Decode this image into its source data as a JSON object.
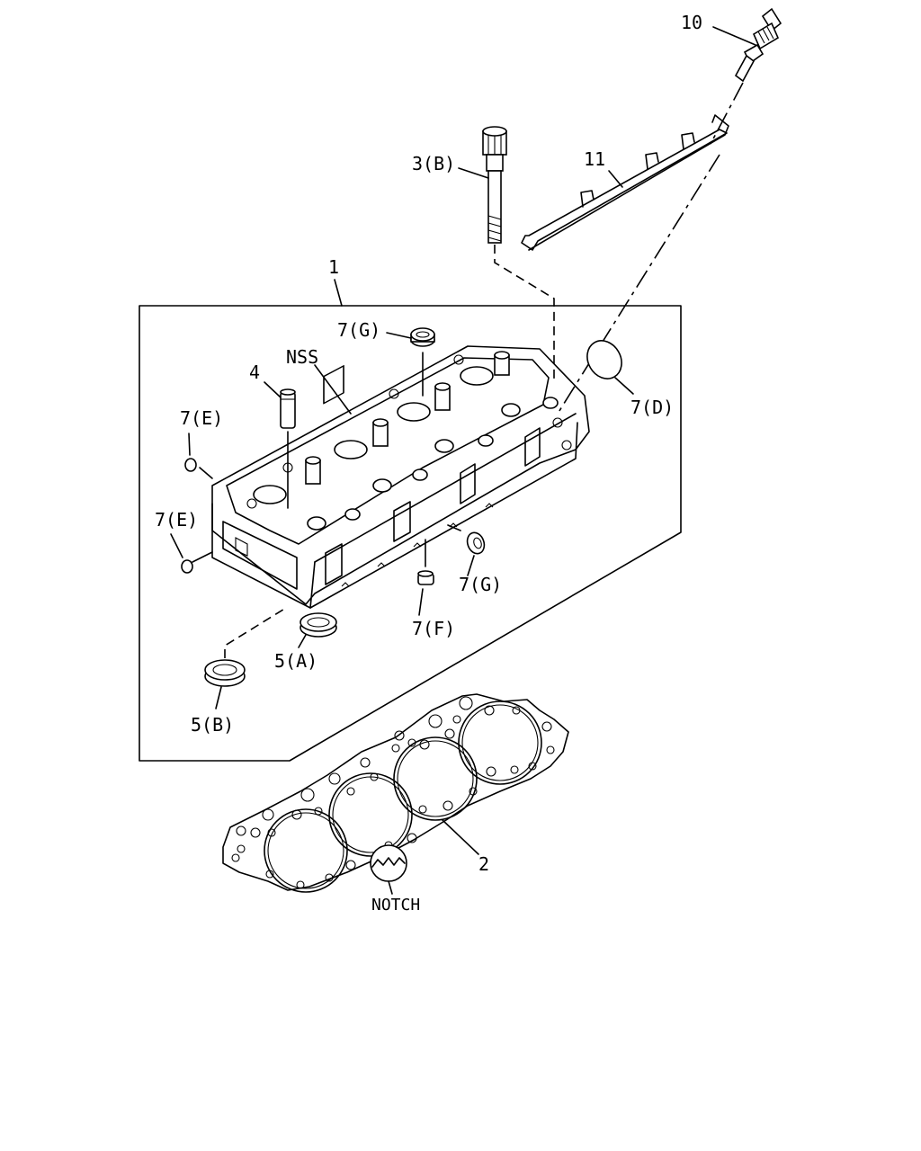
{
  "labels": {
    "p10": "10",
    "p3b": "3(B)",
    "p11": "11",
    "p1": "1",
    "p7g_top": "7(G)",
    "nss": "NSS",
    "p4": "4",
    "p7d": "7(D)",
    "p7e_top": "7(E)",
    "p7e_bottom": "7(E)",
    "p7g_bottom": "7(G)",
    "p7f": "7(F)",
    "p5a": "5(A)",
    "p5b": "5(B)",
    "p2": "2",
    "notch": "NOTCH"
  }
}
